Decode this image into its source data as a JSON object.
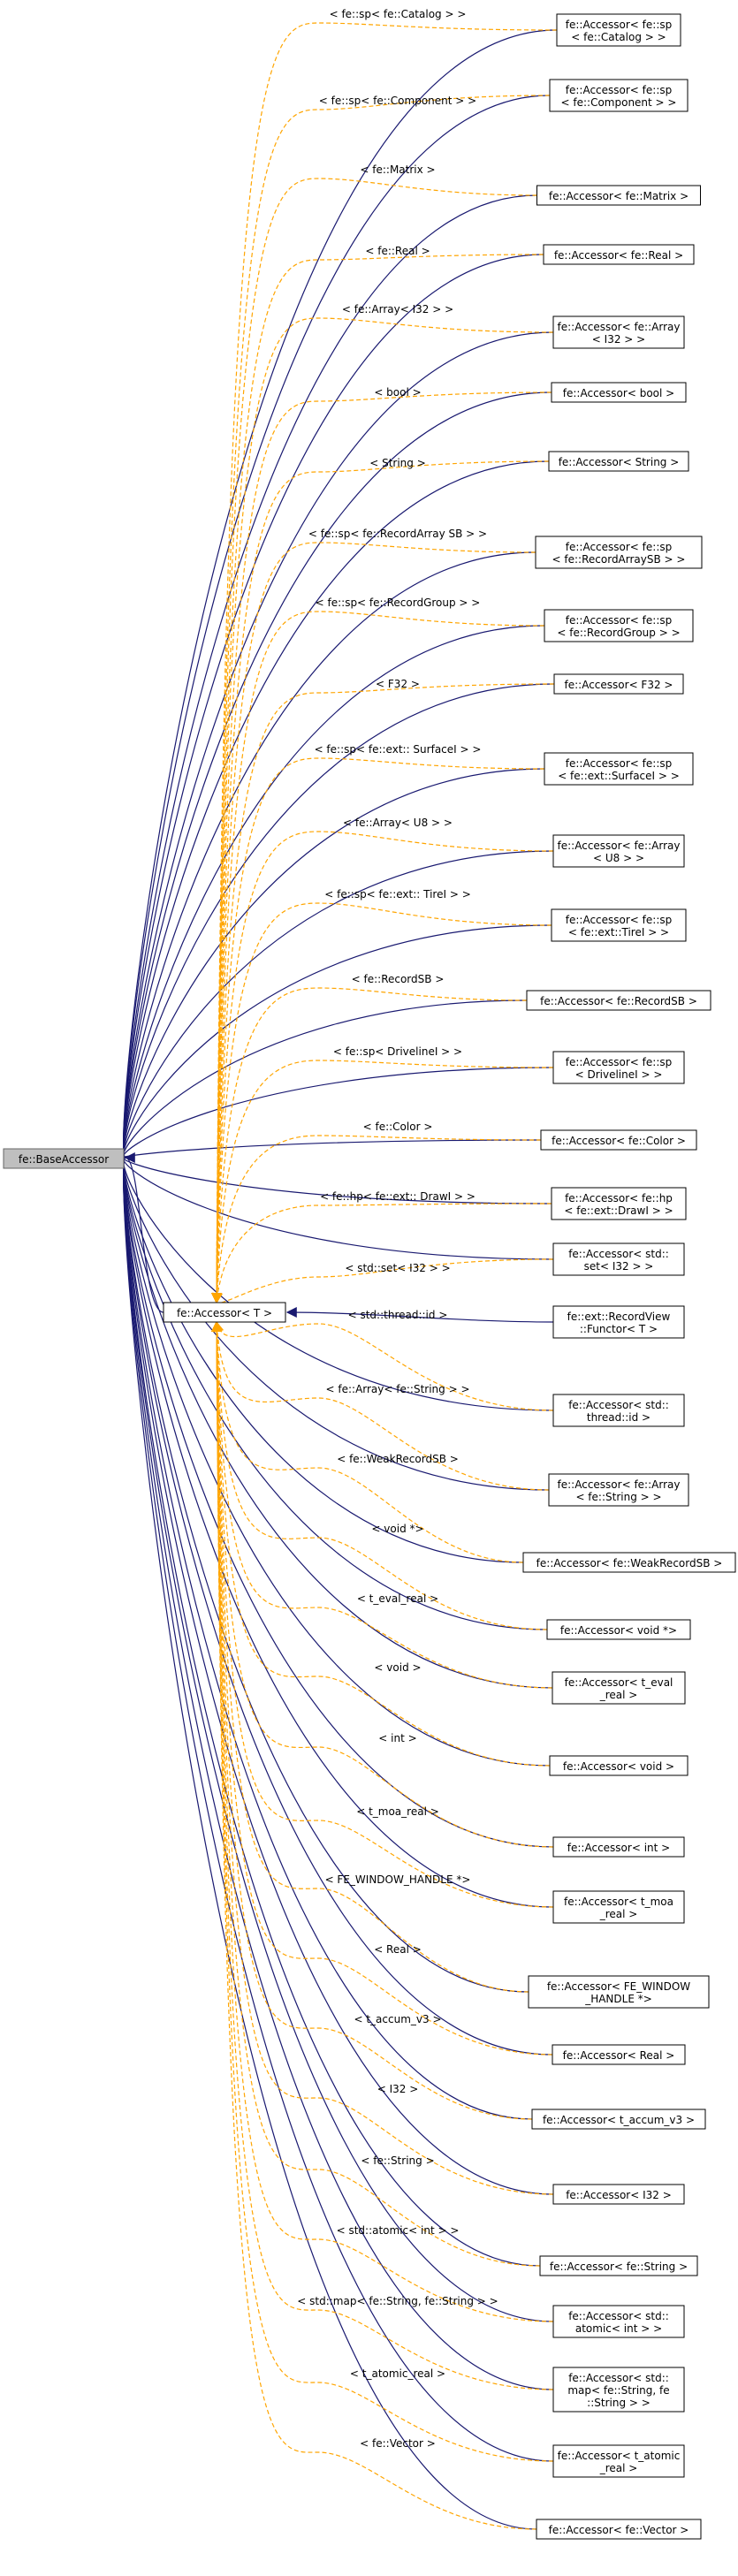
{
  "diagram": {
    "root": "fe::BaseAccessor",
    "template": "fe::Accessor< T >",
    "colors": {
      "inheritance": "#191970",
      "template_binding": "#ffa500",
      "root_fill": "#bfbfbf"
    },
    "nodes": [
      {
        "id": "catalog",
        "lines": [
          "fe::Accessor< fe::sp",
          "< fe::Catalog > >"
        ],
        "label": "< fe::sp< fe::Catalog > >"
      },
      {
        "id": "component",
        "lines": [
          "fe::Accessor< fe::sp",
          "< fe::Component > >"
        ],
        "label": "< fe::sp< fe::Component > >"
      },
      {
        "id": "matrix",
        "lines": [
          "fe::Accessor< fe::Matrix >"
        ],
        "label": "< fe::Matrix >"
      },
      {
        "id": "real",
        "lines": [
          "fe::Accessor< fe::Real >"
        ],
        "label": "< fe::Real >"
      },
      {
        "id": "array-i32",
        "lines": [
          "fe::Accessor< fe::Array",
          "< I32 > >"
        ],
        "label": "< fe::Array< I32 > >"
      },
      {
        "id": "bool",
        "lines": [
          "fe::Accessor< bool >"
        ],
        "label": "< bool >"
      },
      {
        "id": "string",
        "lines": [
          "fe::Accessor< String >"
        ],
        "label": "< String >"
      },
      {
        "id": "recordarraysb",
        "lines": [
          "fe::Accessor< fe::sp",
          "< fe::RecordArraySB > >"
        ],
        "label": "< fe::sp< fe::RecordArray SB > >"
      },
      {
        "id": "recordgroup",
        "lines": [
          "fe::Accessor< fe::sp",
          "< fe::RecordGroup > >"
        ],
        "label": "< fe::sp< fe::RecordGroup > >"
      },
      {
        "id": "f32",
        "lines": [
          "fe::Accessor< F32 >"
        ],
        "label": "< F32 >"
      },
      {
        "id": "surfacei",
        "lines": [
          "fe::Accessor< fe::sp",
          "< fe::ext::SurfaceI > >"
        ],
        "label": "< fe::sp< fe::ext:: SurfaceI > >"
      },
      {
        "id": "array-u8",
        "lines": [
          "fe::Accessor< fe::Array",
          "< U8 > >"
        ],
        "label": "< fe::Array< U8 > >"
      },
      {
        "id": "tirei",
        "lines": [
          "fe::Accessor< fe::sp",
          "< fe::ext::TireI > >"
        ],
        "label": "< fe::sp< fe::ext:: TireI > >"
      },
      {
        "id": "recordsb",
        "lines": [
          "fe::Accessor< fe::RecordSB >"
        ],
        "label": "< fe::RecordSB >"
      },
      {
        "id": "drivelinei",
        "lines": [
          "fe::Accessor< fe::sp",
          "< DrivelineI > >"
        ],
        "label": "< fe::sp< DrivelineI > >"
      },
      {
        "id": "color",
        "lines": [
          "fe::Accessor< fe::Color >"
        ],
        "label": "< fe::Color >"
      },
      {
        "id": "drawi",
        "lines": [
          "fe::Accessor< fe::hp",
          "< fe::ext::DrawI > >"
        ],
        "label": "< fe::hp< fe::ext:: DrawI > >"
      },
      {
        "id": "set-i32",
        "lines": [
          "fe::Accessor< std::",
          "set< I32 > >"
        ],
        "label": "< std::set< I32 > >"
      },
      {
        "id": "recordview",
        "lines": [
          "fe::ext::RecordView",
          "::Functor< T >"
        ],
        "label": ""
      },
      {
        "id": "thread-id",
        "lines": [
          "fe::Accessor< std::",
          "thread::id >"
        ],
        "label": "< std::thread::id >"
      },
      {
        "id": "array-string",
        "lines": [
          "fe::Accessor< fe::Array",
          "< fe::String > >"
        ],
        "label": "< fe::Array< fe::String > >"
      },
      {
        "id": "weakrecordsb",
        "lines": [
          "fe::Accessor< fe::WeakRecordSB >"
        ],
        "label": "< fe::WeakRecordSB >"
      },
      {
        "id": "void-ptr",
        "lines": [
          "fe::Accessor< void *>"
        ],
        "label": "< void *>"
      },
      {
        "id": "t-eval-real",
        "lines": [
          "fe::Accessor< t_eval",
          "_real >"
        ],
        "label": "< t_eval_real >"
      },
      {
        "id": "void",
        "lines": [
          "fe::Accessor< void >"
        ],
        "label": "< void >"
      },
      {
        "id": "int",
        "lines": [
          "fe::Accessor< int >"
        ],
        "label": "< int >"
      },
      {
        "id": "t-moa-real",
        "lines": [
          "fe::Accessor< t_moa",
          "_real >"
        ],
        "label": "< t_moa_real >"
      },
      {
        "id": "fe-window-handle",
        "lines": [
          "fe::Accessor< FE_WINDOW",
          "_HANDLE *>"
        ],
        "label": "< FE_WINDOW_HANDLE *>"
      },
      {
        "id": "real-plain",
        "lines": [
          "fe::Accessor< Real >"
        ],
        "label": "< Real >"
      },
      {
        "id": "t-accum-v3",
        "lines": [
          "fe::Accessor< t_accum_v3 >"
        ],
        "label": "< t_accum_v3 >"
      },
      {
        "id": "i32",
        "lines": [
          "fe::Accessor< I32 >"
        ],
        "label": "< I32 >"
      },
      {
        "id": "fe-string",
        "lines": [
          "fe::Accessor< fe::String >"
        ],
        "label": "< fe::String >"
      },
      {
        "id": "atomic-int",
        "lines": [
          "fe::Accessor< std::",
          "atomic< int > >"
        ],
        "label": "< std::atomic< int > >"
      },
      {
        "id": "map-string",
        "lines": [
          "fe::Accessor< std::",
          "map< fe::String, fe",
          "::String > >"
        ],
        "label": "< std::map< fe::String, fe::String > >"
      },
      {
        "id": "t-atomic-real",
        "lines": [
          "fe::Accessor< t_atomic",
          "_real >"
        ],
        "label": "< t_atomic_real >"
      },
      {
        "id": "vector",
        "lines": [
          "fe::Accessor< fe::Vector >"
        ],
        "label": "< fe::Vector >"
      }
    ]
  }
}
